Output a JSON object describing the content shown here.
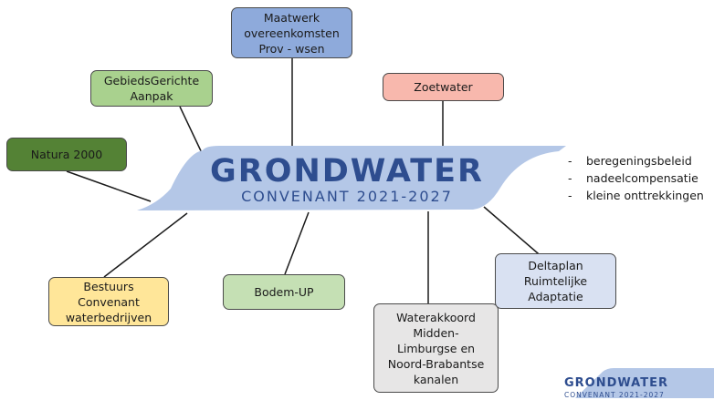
{
  "center": {
    "title": "GRONDWATER",
    "subtitle": "CONVENANT 2021-2027"
  },
  "boxes": {
    "maatwerk": "Maatwerk\novereenkomsten\nProv - wsen",
    "gebiedsgericht": "GebiedsGerichte\nAanpak",
    "zoetwater": "Zoetwater",
    "natura": "Natura 2000",
    "bestuurs": "Bestuurs\nConvenant\nwaterbedrijven",
    "bodem": "Bodem-UP",
    "waterakkoord": "Waterakkoord\nMidden-\nLimburgse en\nNoord-Brabantse\nkanalen",
    "deltaplan": "Deltaplan\nRuimtelijke\nAdaptatie"
  },
  "bullets": [
    "beregeningsbeleid",
    "nadeelcompensatie",
    "kleine onttrekkingen"
  ],
  "logo": {
    "title": "GRONDWATER",
    "subtitle": "CONVENANT 2021-2027"
  },
  "colors": {
    "blue_box": "#8eaadb",
    "green_light": "#a9d18e",
    "salmon": "#f8b8ad",
    "green_dark": "#548235",
    "yellow": "#ffe699",
    "green_pale": "#c5e0b4",
    "grey": "#e7e6e6",
    "lavender": "#d9e1f2",
    "banner": "#b4c7e7",
    "title": "#2e4d8f"
  }
}
